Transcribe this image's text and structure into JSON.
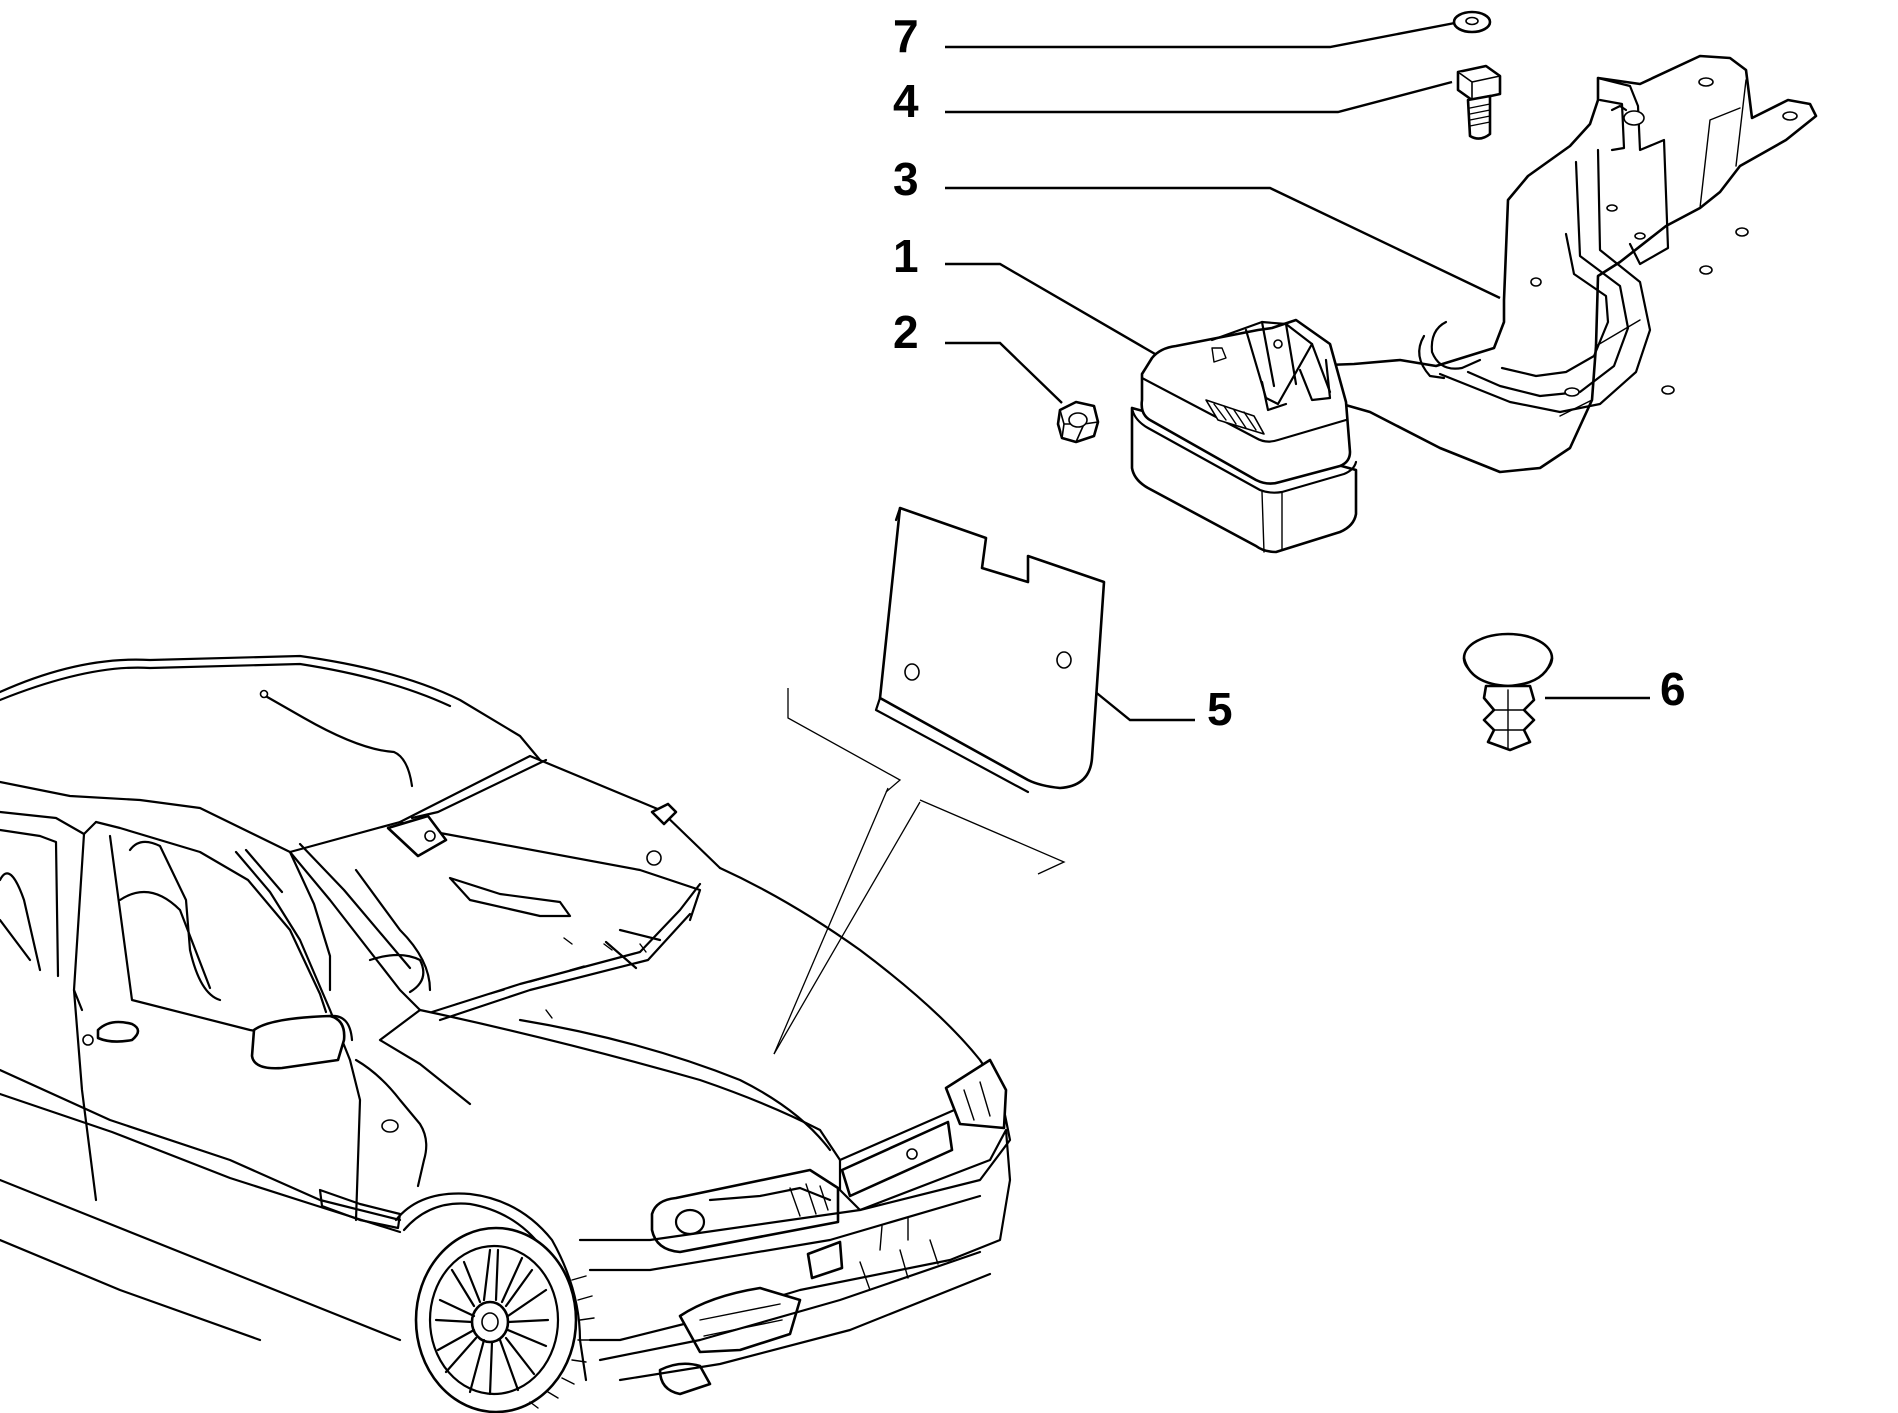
{
  "callouts": [
    {
      "number": "7",
      "part": "washer-part"
    },
    {
      "number": "4",
      "part": "bolt-part"
    },
    {
      "number": "3",
      "part": "mounting-bracket-part"
    },
    {
      "number": "1",
      "part": "control-unit-part"
    },
    {
      "number": "2",
      "part": "hex-nut-part"
    },
    {
      "number": "5",
      "part": "insulating-pad-part"
    },
    {
      "number": "6",
      "part": "push-clip-part"
    }
  ],
  "vehicle": {
    "icon": "car-icon"
  }
}
